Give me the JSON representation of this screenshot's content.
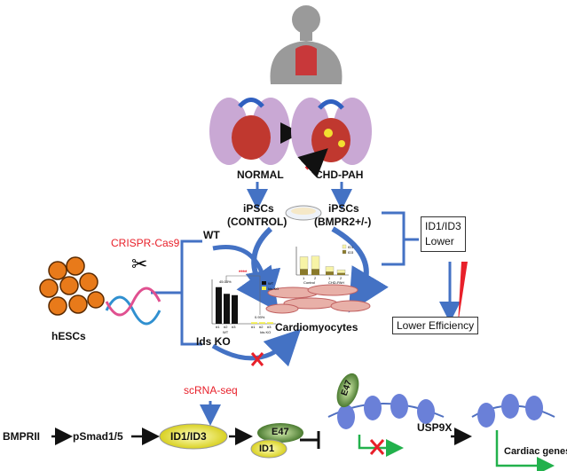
{
  "labels": {
    "normal": "NORMAL",
    "chd_pah": "CHD-PAH",
    "ipsc_control_1": "iPSCs",
    "ipsc_control_2": "(CONTROL)",
    "ipsc_bmpr_1": "iPSCs",
    "ipsc_bmpr_2": "(BMPR2+/-)",
    "id_lower_1": "ID1/ID3",
    "id_lower_2": "Lower",
    "lower_efficiency": "Lower Efficiency",
    "crispr": "CRISPR-Cas9",
    "hescs": "hESCs",
    "wt": "WT",
    "ids_ko": "Ids KO",
    "cardiomyocytes": "Cardiomyocytes",
    "scrna": "scRNA-seq",
    "bmprii": "BMPRII",
    "psmad": "pSmad1/5",
    "id1_id3": "ID1/ID3",
    "e47": "E47",
    "id1": "ID1",
    "e47_dna": "E47",
    "usp9x": "USP9X",
    "cardiac_genes": "Cardiac genes"
  },
  "upper_chart": {
    "legend": [
      "ID1",
      "ID3"
    ],
    "groups": [
      "Control",
      "CHD-PAH"
    ],
    "ticks": [
      "1",
      "2",
      "1",
      "2"
    ],
    "id1": [
      1.4,
      1.45,
      0.65,
      0.4
    ],
    "id3": [
      0.45,
      0.45,
      0.25,
      0.15
    ]
  },
  "lower_chart": {
    "legend": [
      "WT",
      "Ids KO"
    ],
    "groups": [
      "WT",
      "Ids KO"
    ],
    "ticks": [
      "#1",
      "#2",
      "#3",
      "#1",
      "#2",
      "#3"
    ],
    "wt": [
      55,
      45,
      43
    ],
    "ko": [
      1,
      1,
      1
    ],
    "pct_wt": "45.03%",
    "pct_ko": "0.93%",
    "sig": "****"
  },
  "colors": {
    "blue": "#4472c4",
    "red": "#e8202a",
    "yellow": "#f2ee4c",
    "green": "#22b14c",
    "id1_bar": "#f7f3a6",
    "id3_bar": "#8a7a2a"
  }
}
